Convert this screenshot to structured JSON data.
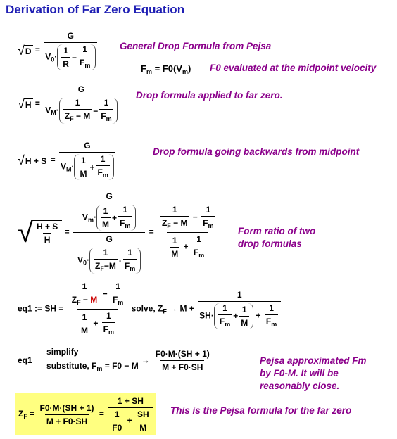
{
  "title": "Derivation of Far Zero Equation",
  "notes": {
    "general_drop": "General Drop Formula from Pejsa",
    "f0_midpoint": "F0 evaluated at the midpoint velocity",
    "far_zero": "Drop formula applied to far zero.",
    "backwards": "Drop formula going backwards from midpoint",
    "ratio_line1": "Form ratio of two",
    "ratio_line2": "drop formulas",
    "approx_line1": "Pejsa approximated Fm",
    "approx_line2": "by F0-M. It will be",
    "approx_line3": "reasonably close.",
    "final": "This is the Pejsa formula for the far zero"
  },
  "math": {
    "G": "G",
    "one": "1",
    "R": "R",
    "Fm": "F",
    "m": "m",
    "D": "D",
    "H": "H",
    "HS": "H + S",
    "SH": "SH",
    "V0": "V",
    "zero": "0",
    "VM": "V",
    "M": "M",
    "Vm": "V",
    "ZF": "Z",
    "F": "F",
    "minusM": " − M",
    "plusSH1": "(SH + 1)",
    "eq1": "eq1",
    "solve": "solve",
    "simplify": "simplify",
    "substitute": "substitute",
    "F0": "F0",
    "F0M": "F0 − M",
    "F0SH": "F0·SH"
  }
}
